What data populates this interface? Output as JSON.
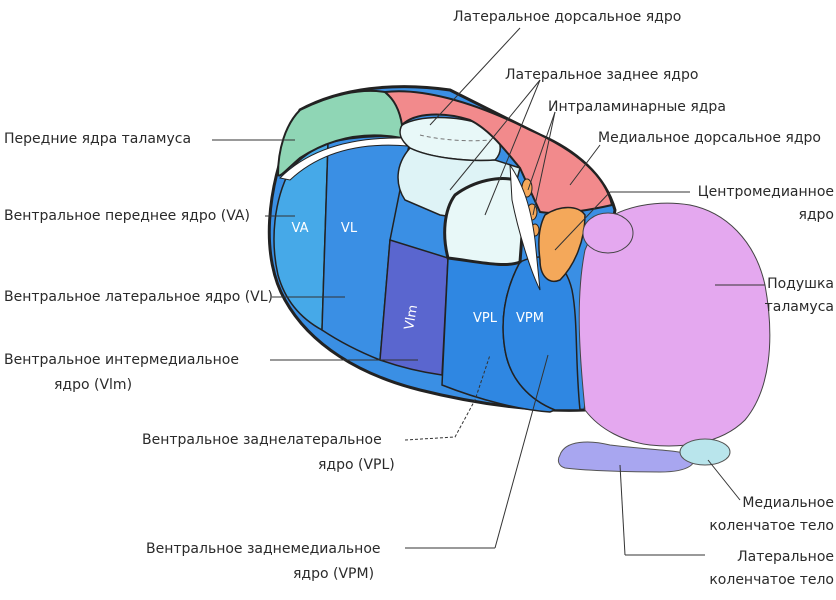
{
  "labels": {
    "lat_dorsal": "Латеральное дорсальное ядро",
    "lat_posterior": "Латеральное заднее ядро",
    "intralaminar": "Интраламинарные ядра",
    "med_dorsal": "Медиальное дорсальное ядро",
    "centromedian_1": "Центромедианное",
    "centromedian_2": "ядро",
    "pulvinar_1": "Подушка",
    "pulvinar_2": "таламуса",
    "anterior": "Передние ядра таламуса",
    "va": "Вентральное переднее ядро (VA)",
    "vl": "Вентральное латеральное ядро (VL)",
    "vim_1": "Вентральное интермедиальное",
    "vim_2": "ядро (Vlm)",
    "vpl_1": "Вентральное заднелатеральное",
    "vpl_2": "ядро (VPL)",
    "vpm_1": "Вентральное заднемедиальное",
    "vpm_2": "ядро (VPM)",
    "mgb_1": "Медиальное",
    "mgb_2": "коленчатое тело",
    "lgb_1": "Латеральное",
    "lgb_2": "коленчатое тело"
  },
  "region_labels": {
    "va": "VA",
    "vl": "VL",
    "vim": "Vlm",
    "vpl": "VPL",
    "vpm": "VPM"
  },
  "colors": {
    "anterior": "#8fd6b5",
    "lat_dorsal": "#e8f8f8",
    "lat_posterior": "#def3f6",
    "med_dorsal": "#f28a8c",
    "centromedian": "#f4a85a",
    "pulvinar": "#e4a8ef",
    "geniculate": "#a8a6f0",
    "mgb": "#b9e5ec",
    "va": "#46a9e8",
    "vl": "#3a8fe4",
    "vim": "#5a66cf",
    "vpl": "#2f87e2",
    "vpm": "#2f87e2",
    "outline": "#222222"
  }
}
